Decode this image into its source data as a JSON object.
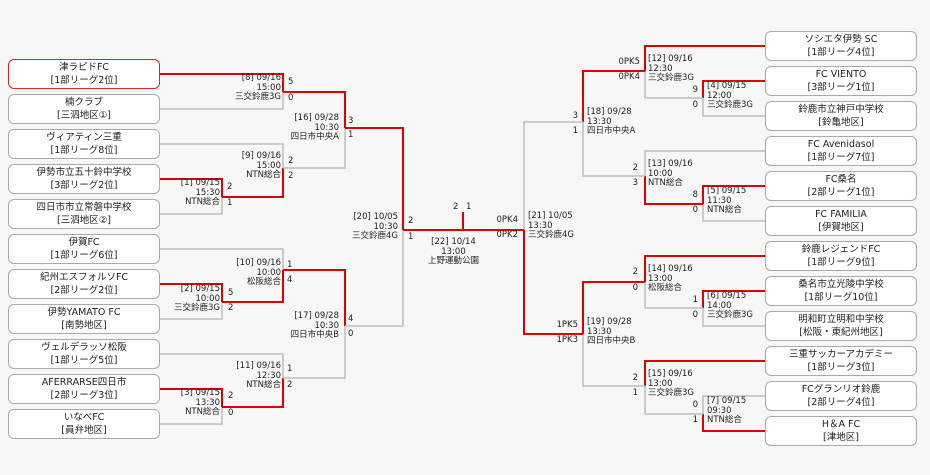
{
  "colors": {
    "winner_line": "#e00000",
    "loser_line": "#bdbdbd",
    "highlight_border": "#d22222"
  },
  "left_teams": [
    {
      "name": "津ラピドFC",
      "sub": "[1部リーグ2位]"
    },
    {
      "name": "楠クラブ",
      "sub": "[三泗地区①]"
    },
    {
      "name": "ヴィアティン三重",
      "sub": "[1部リーグ8位]"
    },
    {
      "name": "伊勢市立五十鈴中学校",
      "sub": "[3部リーグ2位]"
    },
    {
      "name": "四日市市立常磐中学校",
      "sub": "[三泗地区②]"
    },
    {
      "name": "伊賀FC",
      "sub": "[1部リーグ6位]"
    },
    {
      "name": "紀州エスフォルソFC",
      "sub": "[2部リーグ2位]"
    },
    {
      "name": "伊勢YAMATO FC",
      "sub": "[南勢地区]"
    },
    {
      "name": "ヴェルデラッソ松阪",
      "sub": "[1部リーグ5位]"
    },
    {
      "name": "AFERRARSE四日市",
      "sub": "[2部リーグ3位]"
    },
    {
      "name": "いなべFC",
      "sub": "[員弁地区]"
    }
  ],
  "right_teams": [
    {
      "name": "ソシエタ伊勢 SC",
      "sub": "[1部リーグ4位]"
    },
    {
      "name": "FC VIENTO",
      "sub": "[3部リーグ1位]"
    },
    {
      "name": "鈴鹿市立神戸中学校",
      "sub": "[鈴亀地区]"
    },
    {
      "name": "FC Avenidasol",
      "sub": "[1部リーグ7位]"
    },
    {
      "name": "FC桑名",
      "sub": "[2部リーグ1位]"
    },
    {
      "name": "FC FAMILIA",
      "sub": "[伊賀地区]"
    },
    {
      "name": "鈴鹿レジェンドFC",
      "sub": "[1部リーグ9位]"
    },
    {
      "name": "桑名市立光陵中学校",
      "sub": "[1部リーグ10位]"
    },
    {
      "name": "明和町立明和中学校",
      "sub": "[松阪・東紀州地区]"
    },
    {
      "name": "三重サッカーアカデミー",
      "sub": "[1部リーグ3位]"
    },
    {
      "name": "FCグランリオ鈴鹿",
      "sub": "[2部リーグ4位]"
    },
    {
      "name": "H＆A FC",
      "sub": "[津地区]"
    }
  ],
  "matches": {
    "m1": {
      "no": "[1]",
      "date": "09/15",
      "time": "15:30",
      "venue": "NTN総合",
      "s_top": "2",
      "s_bot": "1"
    },
    "m2": {
      "no": "[2]",
      "date": "09/15",
      "time": "10:00",
      "venue": "三交鈴鹿3G",
      "s_top": "5",
      "s_bot": "2"
    },
    "m3": {
      "no": "[3]",
      "date": "09/15",
      "time": "13:30",
      "venue": "NTN総合",
      "s_top": "2",
      "s_bot": "0"
    },
    "m4": {
      "no": "[4]",
      "date": "09/15",
      "time": "12:00",
      "venue": "三交鈴鹿3G",
      "s_top": "9",
      "s_bot": "0"
    },
    "m5": {
      "no": "[5]",
      "date": "09/15",
      "time": "11:30",
      "venue": "NTN総合",
      "s_top": "8",
      "s_bot": "0"
    },
    "m6": {
      "no": "[6]",
      "date": "09/15",
      "time": "14:00",
      "venue": "三交鈴鹿3G",
      "s_top": "1",
      "s_bot": "0"
    },
    "m7": {
      "no": "[7]",
      "date": "09/15",
      "time": "09:30",
      "venue": "NTN総合",
      "s_top": "0",
      "s_bot": "1"
    },
    "m8": {
      "no": "[8]",
      "date": "09/16",
      "time": "15:00",
      "venue": "三交鈴鹿3G",
      "s_top": "5",
      "s_bot": "0"
    },
    "m9": {
      "no": "[9]",
      "date": "09/16",
      "time": "15:00",
      "venue": "NTN総合",
      "s_top": "2",
      "s_bot": "2"
    },
    "m10": {
      "no": "[10]",
      "date": "09/16",
      "time": "10:00",
      "venue": "松阪総合",
      "s_top": "1",
      "s_bot": "4"
    },
    "m11": {
      "no": "[11]",
      "date": "09/16",
      "time": "12:30",
      "venue": "NTN総合",
      "s_top": "1",
      "s_bot": "2"
    },
    "m12": {
      "no": "[12]",
      "date": "09/16",
      "time": "12:30",
      "venue": "三交鈴鹿3G",
      "s_top": "0PK5",
      "s_bot": "0PK4"
    },
    "m13": {
      "no": "[13]",
      "date": "09/16",
      "time": "10:00",
      "venue": "NTN総合",
      "s_top": "2",
      "s_bot": "3"
    },
    "m14": {
      "no": "[14]",
      "date": "09/16",
      "time": "13:00",
      "venue": "松阪総合",
      "s_top": "2",
      "s_bot": "0"
    },
    "m15": {
      "no": "[15]",
      "date": "09/16",
      "time": "13:00",
      "venue": "三交鈴鹿3G",
      "s_top": "2",
      "s_bot": "1"
    },
    "m16": {
      "no": "[16]",
      "date": "09/28",
      "time": "10:30",
      "venue": "四日市中央A",
      "s_top": "3",
      "s_bot": "1"
    },
    "m17": {
      "no": "[17]",
      "date": "09/28",
      "time": "10:30",
      "venue": "四日市中央B",
      "s_top": "4",
      "s_bot": "0"
    },
    "m18": {
      "no": "[18]",
      "date": "09/28",
      "time": "13:30",
      "venue": "四日市中央A",
      "s_top": "3",
      "s_bot": "1"
    },
    "m19": {
      "no": "[19]",
      "date": "09/28",
      "time": "13:30",
      "venue": "四日市中央B",
      "s_top": "1PK5",
      "s_bot": "1PK3"
    },
    "m20": {
      "no": "[20]",
      "date": "10/05",
      "time": "10:30",
      "venue": "三交鈴鹿4G",
      "s_top": "2",
      "s_bot": "1"
    },
    "m21": {
      "no": "[21]",
      "date": "10/05",
      "time": "13:30",
      "venue": "三交鈴鹿4G",
      "s_top": "0PK4",
      "s_bot": "0PK2"
    },
    "m22": {
      "no": "[22]",
      "date": "10/14",
      "time": "13:00",
      "venue": "上野運動公園",
      "s_top": "2",
      "s_bot": "1"
    }
  }
}
